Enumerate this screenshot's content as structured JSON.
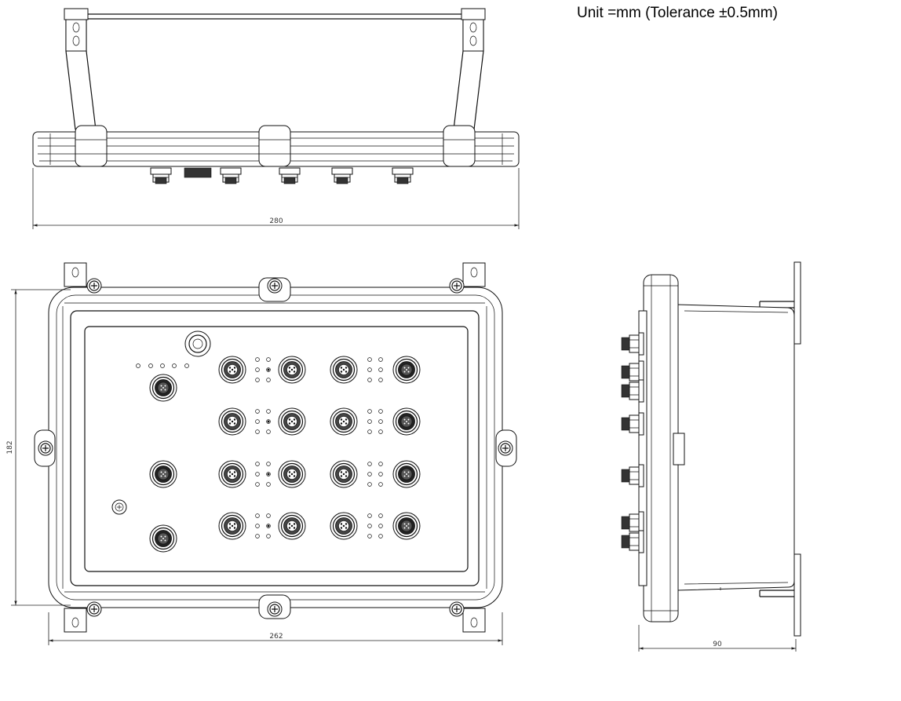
{
  "note": "Unit =mm (Tolerance ±0.5mm)",
  "dimensions": {
    "top_view_width": "280",
    "front_view_width": "262",
    "front_view_height": "182",
    "side_view_depth": "90"
  }
}
